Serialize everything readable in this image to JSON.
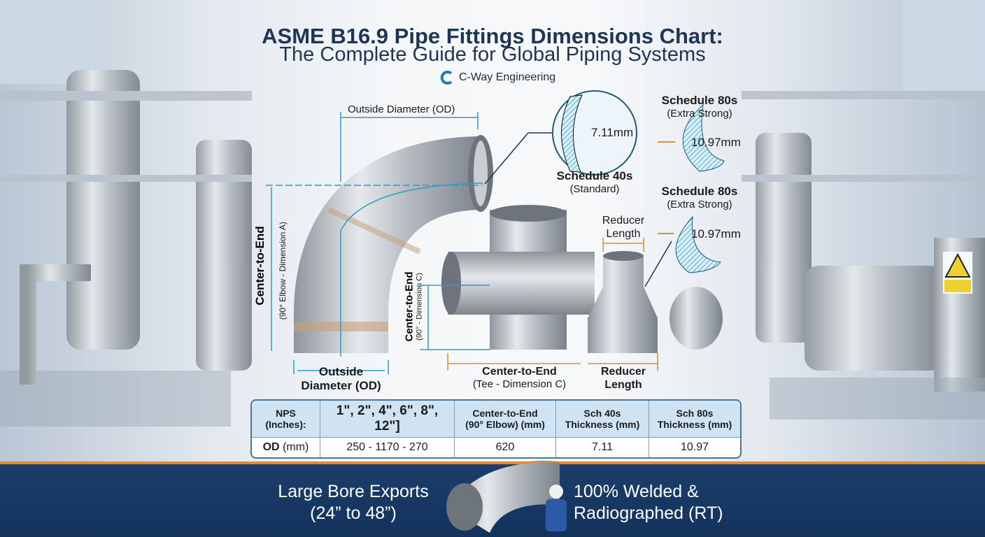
{
  "header": {
    "title": "ASME B16.9 Pipe Fittings Dimensions Chart:",
    "subtitle": "The Complete Guide for Global Piping Systems",
    "brand": "C-Way Engineering",
    "brand_icon": "c-logo-icon"
  },
  "diagram": {
    "elbow_od_top": "Outside Diameter (OD)",
    "elbow_cte": "Center-to-End",
    "elbow_cte_sub": "(90° Elbow - Dimension A)",
    "elbow_od_bottom_1": "Outside",
    "elbow_od_bottom_2": "Diameter (OD)",
    "tee_cte_vertical": "Center-to-End",
    "tee_cte_vertical_sub": "(90° - Dimension C)",
    "tee_cte_bottom": "Center-to-End",
    "tee_cte_bottom_sub": "(Tee - Dimension C)",
    "reducer_top_1": "Reducer",
    "reducer_top_2": "Length",
    "reducer_bottom_1": "Reducer",
    "reducer_bottom_2": "Length",
    "sch40_value": "7.11mm",
    "sch40_title": "Schedule 40s",
    "sch40_sub": "(Standard)",
    "sch80_top_title": "Schedule 80s",
    "sch80_top_sub": "(Extra Strong)",
    "sch80_top_value": "10.97mm",
    "sch80_mid_title": "Schedule 80s",
    "sch80_mid_sub": "(Extra Strong)",
    "sch80_mid_value": "10.97mm",
    "warning_sign_icon": "warning-triangle-icon"
  },
  "table": {
    "headers": [
      "NPS\n(Inches):",
      "1\", 2\", 4\", 6\", 8\", 12\"]",
      "Center-to-End\n(90° Elbow) (mm)",
      "Sch 40s\nThickness (mm)",
      "Sch 80s\nThickness (mm)"
    ],
    "row_label_bold": "OD",
    "row_label_unit": "(mm)",
    "row": [
      "250 - 1170 - 270",
      "620",
      "7.11",
      "10.97"
    ]
  },
  "banner": {
    "left_1": "Large Bore Exports",
    "left_2": "(24” to 48”)",
    "right_1": "100% Welded &",
    "right_2": "Radiographed (RT)"
  },
  "colors": {
    "dimension_line": "#2a9bc9",
    "accent_orange": "#e58a2c",
    "title": "#1e3556",
    "banner": "#1a3a66",
    "table_header": "#cfe3f2"
  }
}
